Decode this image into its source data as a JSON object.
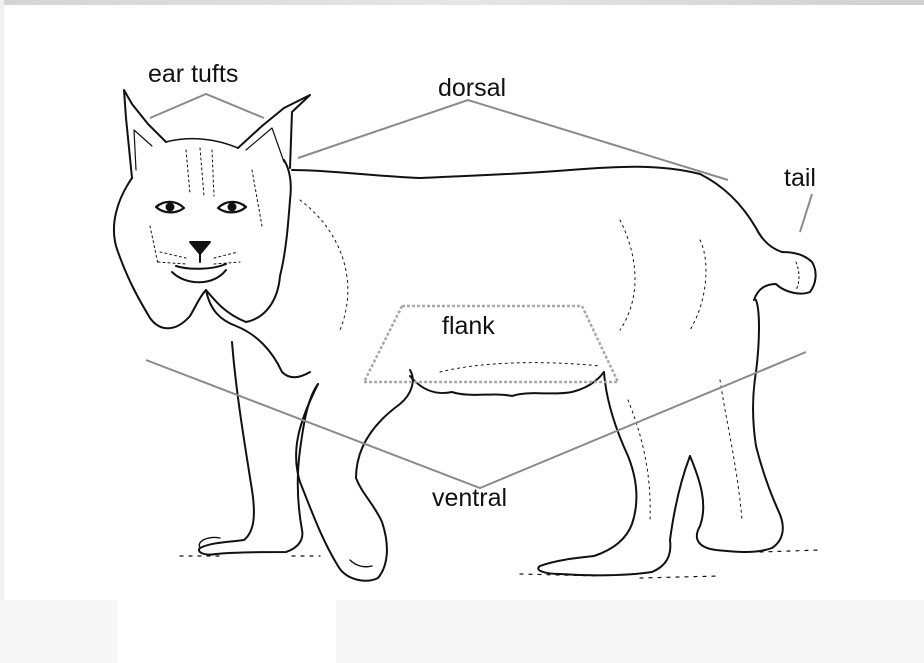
{
  "labels": {
    "ear_tufts": "ear tufts",
    "dorsal": "dorsal",
    "tail": "tail",
    "flank": "flank",
    "ventral": "ventral"
  },
  "colors": {
    "line_art": "#111111",
    "leader_lines": "#8a8a8a",
    "flank_box": "#a8a8a8",
    "background": "#ffffff"
  }
}
